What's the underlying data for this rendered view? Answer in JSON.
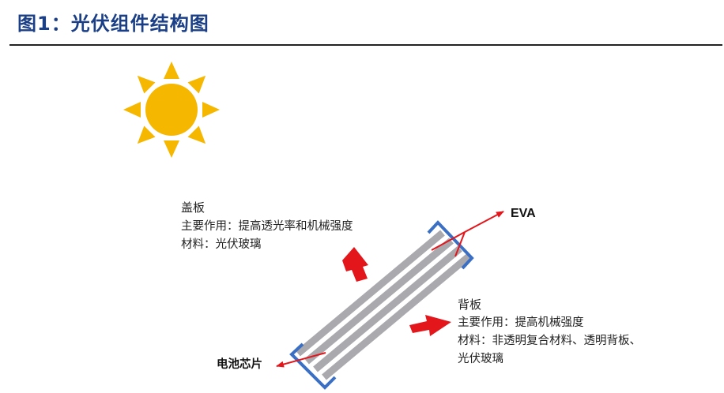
{
  "figure": {
    "title": "图1：光伏组件结构图"
  },
  "front_panel": {
    "heading": "盖板",
    "role": "主要作用：提高透光率和机械强度",
    "material": "材料：光伏玻璃"
  },
  "back_panel": {
    "heading": "背板",
    "role": "主要作用：提高机械强度",
    "material_line1": "材料：非透明复合材料、透明背板、",
    "material_line2": "光伏玻璃"
  },
  "eva_label": "EVA",
  "cell_label": "电池芯片",
  "colors": {
    "title": "#1b3f86",
    "sun": "#f6b700",
    "arrow": "#e3161b",
    "bracket": "#3a6fc4",
    "layer": "#a9a9ae"
  },
  "icons": {
    "sun": "sun-icon",
    "up_arrow": "arrow-up-icon",
    "right_arrow": "arrow-right-icon"
  }
}
